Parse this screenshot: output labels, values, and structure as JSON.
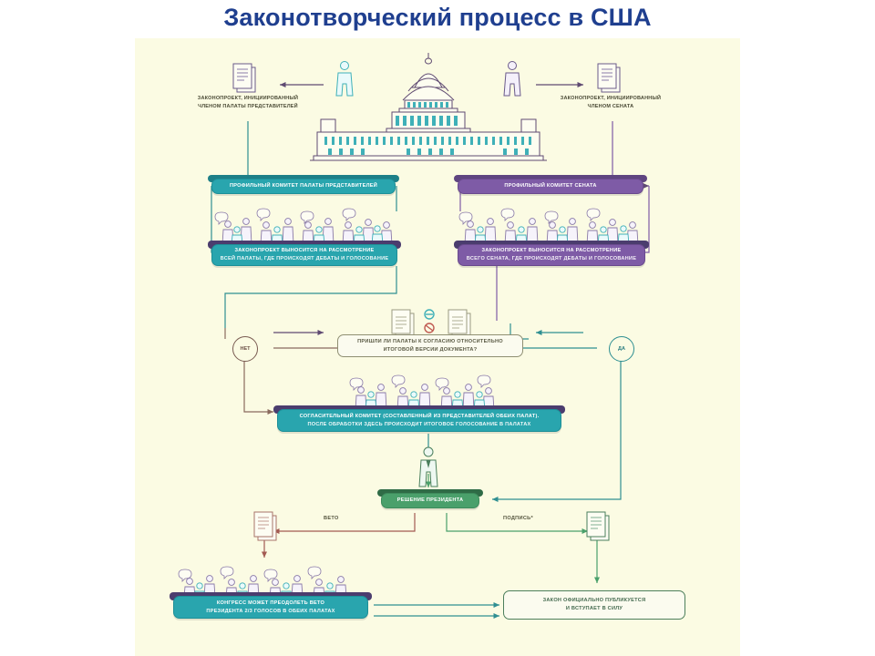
{
  "title": "Законотворческий процесс в США",
  "colors": {
    "background": "#fbfbe3",
    "page": "#ffffff",
    "title": "#1f3f8f",
    "teal": "#29a5ae",
    "purple": "#7e5ba6",
    "green": "#4aa06b",
    "cream": "#fbfbef",
    "veto_arrow": "#a35a52",
    "sign_arrow": "#4aa06b"
  },
  "nodes": {
    "house_bill": {
      "label_line1": "ЗАКОНОПРОЕКТ, ИНИЦИИРОВАННЫЙ",
      "label_line2": "ЧЛЕНОМ ПАЛАТЫ ПРЕДСТАВИТЕЛЕЙ",
      "icon": "document-stack-icon"
    },
    "senate_bill": {
      "label_line1": "ЗАКОНОПРОЕКТ, ИНИЦИИРОВАННЫЙ",
      "label_line2": "ЧЛЕНОМ СЕНАТА",
      "icon": "document-stack-icon"
    },
    "house_committee": {
      "label": "ПРОФИЛЬНЫЙ КОМИТЕТ ПАЛАТЫ ПРЕДСТАВИТЕЛЕЙ"
    },
    "senate_committee": {
      "label": "ПРОФИЛЬНЫЙ КОМИТЕТ СЕНАТА"
    },
    "house_floor": {
      "label_line1": "ЗАКОНОПРОЕКТ ВЫНОСИТСЯ НА РАССМОТРЕНИЕ",
      "label_line2": "ВСЕЙ ПАЛАТЫ, ГДЕ ПРОИСХОДЯТ ДЕБАТЫ И ГОЛОСОВАНИЕ"
    },
    "senate_floor": {
      "label_line1": "ЗАКОНОПРОЕКТ ВЫНОСИТСЯ НА РАССМОТРЕНИЕ",
      "label_line2": "ВСЕГО СЕНАТА, ГДЕ ПРОИСХОДЯТ ДЕБАТЫ И ГОЛОСОВАНИЕ"
    },
    "agreement_question": {
      "label_line1": "ПРИШЛИ ЛИ ПАЛАТЫ К СОГЛАСИЮ ОТНОСИТЕЛЬНО",
      "label_line2": "ИТОГОВОЙ ВЕРСИИ ДОКУМЕНТА?"
    },
    "conference_committee": {
      "label_line1": "СОГЛАСИТЕЛЬНЫЙ КОМИТЕТ (СОСТАВЛЕННЫЙ ИЗ ПРЕДСТАВИТЕЛЕЙ ОБЕИХ ПАЛАТ).",
      "label_line2": "ПОСЛЕ ОБРАБОТКИ ЗДЕСЬ ПРОИСХОДИТ ИТОГОВОЕ ГОЛОСОВАНИЕ В ПАЛАТАХ"
    },
    "president": {
      "label": "РЕШЕНИЕ ПРЕЗИДЕНТА"
    },
    "override": {
      "label_line1": "КОНГРЕСС МОЖЕТ ПРЕОДОЛЕТЬ ВЕТО",
      "label_line2": "ПРЕЗИДЕНТА 2/3 ГОЛОСОВ В ОБЕИХ ПАЛАТАХ"
    },
    "law_published": {
      "label_line1": "ЗАКОН ОФИЦИАЛЬНО ПУБЛИКУЕТСЯ",
      "label_line2": "И ВСТУПАЕТ В СИЛУ"
    }
  },
  "decisions": {
    "no": "НЕТ",
    "yes": "ДА"
  },
  "edge_labels": {
    "veto": "ВЕТО",
    "signature": "ПОДПИСЬ*"
  },
  "icons": {
    "capitol": "capitol-building-icon",
    "legislator": "person-icon",
    "crowd": "crowd-icon",
    "documents": "document-stack-icon",
    "compare": "compare-documents-icon",
    "president_figure": "president-person-icon"
  }
}
